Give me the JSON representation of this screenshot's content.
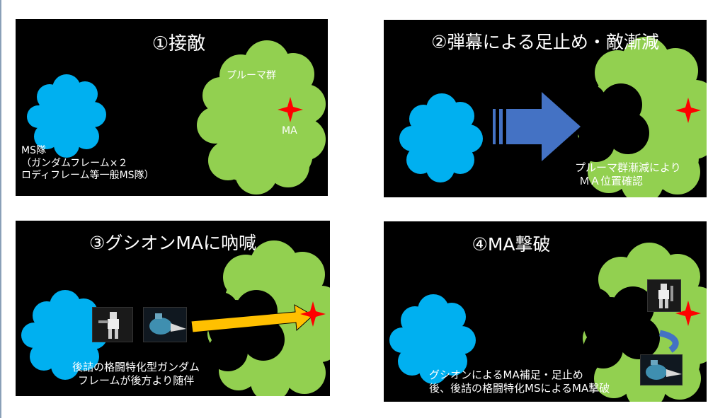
{
  "colors": {
    "panel_bg": "#000000",
    "enemy_cloud": "#92d050",
    "ally_cloud": "#00b0f0",
    "ma_star": "#ff0000",
    "push_arrow": "#4472c4",
    "beam_arrow": "#ffc000"
  },
  "panels": [
    {
      "title": "①接敵",
      "enemy_label": "プルーマ群",
      "ma_label": "MA",
      "ms_label": [
        "MS隊",
        "（ガンダムフレーム×２",
        "ロディフレーム等一般MS隊）"
      ]
    },
    {
      "title": "②弾幕による足止め・敵漸減",
      "caption": [
        "プルーマ群漸減により",
        "ＭＡ位置確認"
      ]
    },
    {
      "title": "③グシオンMAに吶喊",
      "caption": [
        "後詰の格闘特化型ガンダム",
        "フレームが後方より随伴"
      ]
    },
    {
      "title": "④MA撃破",
      "caption": [
        "グシオンによるMA補足・足止め",
        "後、後詰の格闘特化MSによるMA撃破"
      ]
    }
  ]
}
